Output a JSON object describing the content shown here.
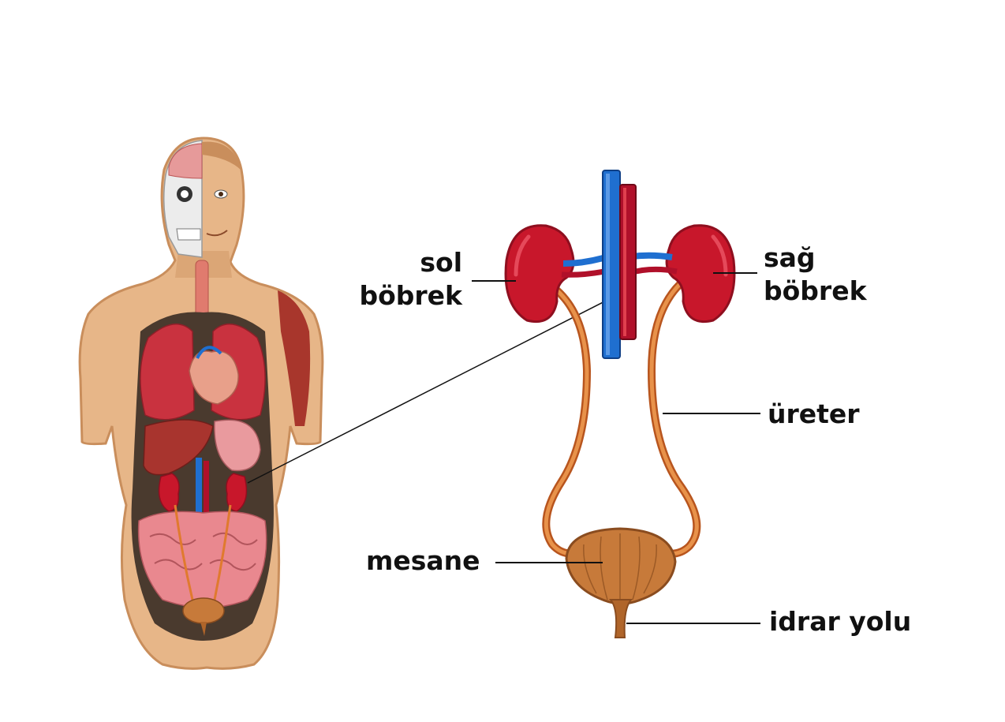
{
  "labels": {
    "left_kidney_line1": "sol",
    "left_kidney_line2": "böbrek",
    "right_kidney_line1": "sağ",
    "right_kidney_line2": "böbrek",
    "ureter": "üreter",
    "bladder": "mesane",
    "urethra": "idrar yolu"
  },
  "colors": {
    "skin": "#e7b688",
    "skin_dark": "#c98e5c",
    "kidney": "#c8172b",
    "kidney_dark": "#8f0f1f",
    "vein": "#1f6fd0",
    "artery": "#b0102a",
    "ureter": "#e07a2e",
    "bladder": "#c77a3a",
    "lung": "#c9323f",
    "intestine": "#e9888f"
  }
}
